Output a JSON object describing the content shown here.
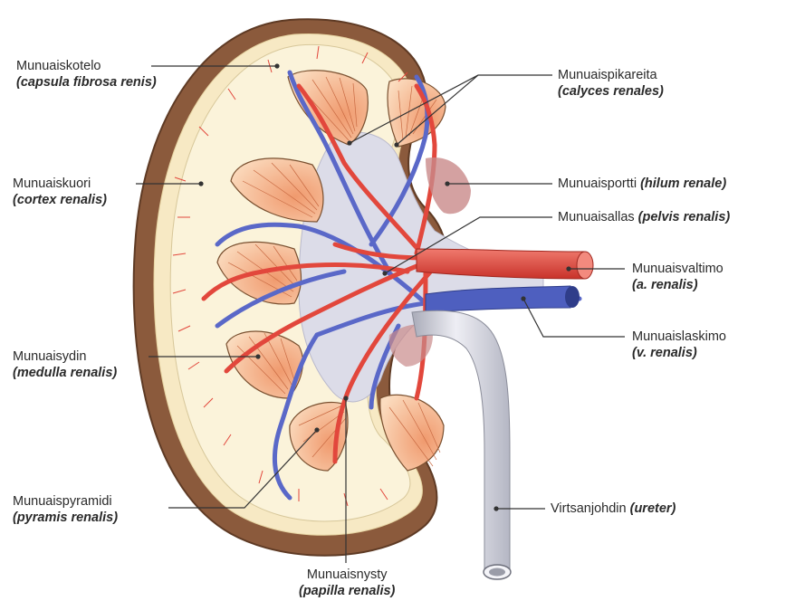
{
  "labels": {
    "capsule": {
      "name": "Munuaiskotelo",
      "latin": "(capsula fibrosa renis)"
    },
    "cortex": {
      "name": "Munuaiskuori",
      "latin": "(cortex renalis)"
    },
    "medulla": {
      "name": "Munuaisydin",
      "latin": "(medulla renalis)"
    },
    "pyramid": {
      "name": "Munuaispyramidi",
      "latin": "(pyramis renalis)"
    },
    "papilla": {
      "name": "Munuaisnysty",
      "latin": "(papilla renalis)"
    },
    "calyces": {
      "name": "Munuaispikareita",
      "latin": "(calyces renales)"
    },
    "hilum": {
      "name": "Munuaisportti",
      "latin": "(hilum renale)"
    },
    "pelvis": {
      "name": "Munuaisallas",
      "latin": "(pelvis renalis)"
    },
    "artery": {
      "name": "Munuaisvaltimo",
      "latin": "(a. renalis)"
    },
    "vein": {
      "name": "Munuaislaskimo",
      "latin": "(v. renalis)"
    },
    "ureter": {
      "name": "Virtsanjohdin",
      "latin": "(ureter)"
    }
  },
  "colors": {
    "capsule": "#8b5a3c",
    "cortex": "#fbf3da",
    "pyramid": "#f6c79f",
    "pelvis": "#dcdce8",
    "artery": "#e2473c",
    "vein": "#5a68c8",
    "ureter": "#c9cbd6",
    "leader": "#333333"
  }
}
